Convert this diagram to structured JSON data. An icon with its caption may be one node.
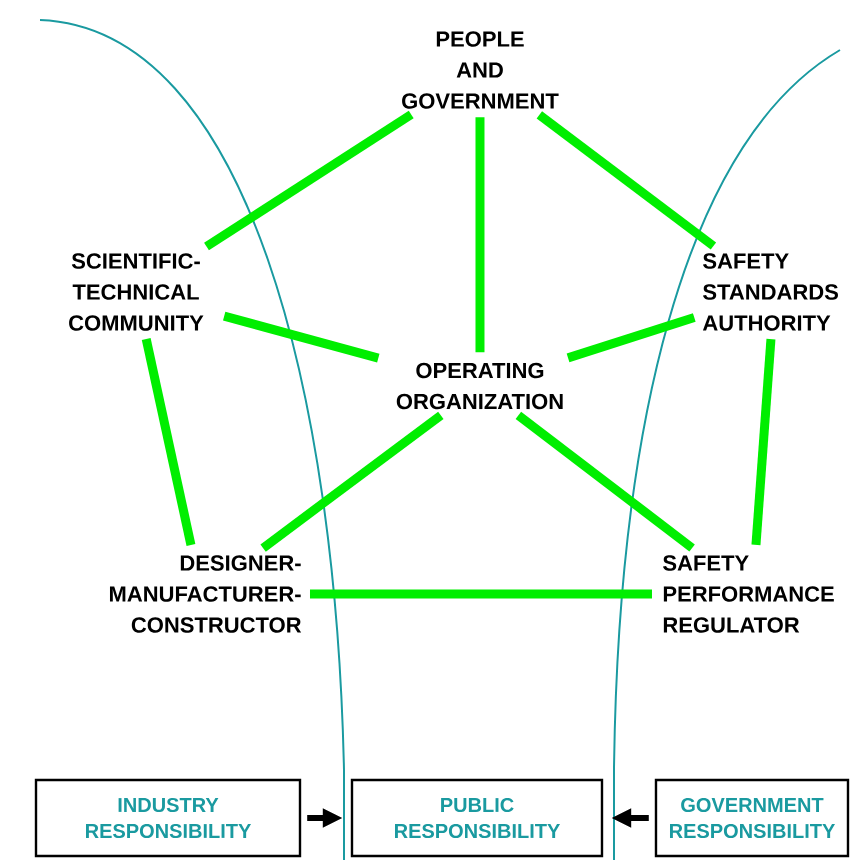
{
  "diagram": {
    "nodes": [
      {
        "text": [
          "PEOPLE AND GOVERNMENT"
        ]
      },
      {
        "text": [
          "SCIENTIFIC-TECHNICAL COMMUNITY"
        ]
      },
      {
        "text": [
          "SAFETY STANDARDS AUTHORITY"
        ]
      },
      {
        "text": [
          "OPERATING ORGANIZATION"
        ]
      },
      {
        "text": [
          "DESIGNER-MANUFACTURER-CONSTRUCTOR"
        ]
      },
      {
        "text": [
          "SAFETY PERFORMANCE REGULATOR"
        ]
      },
      {
        "text": [
          "INDUSTRY RESPONSIBILITY"
        ]
      },
      {
        "text": [
          "PUBLIC RESPONSIBILITY"
        ]
      },
      {
        "text": [
          "GOVERNMENT RESPONSIBILITY"
        ]
      }
    ],
    "edges": [
      {
        "from": 0,
        "to": 1,
        "arrow": "none"
      },
      {
        "from": 0,
        "to": 3,
        "arrow": "none"
      },
      {
        "from": 0,
        "to": 2,
        "arrow": "none"
      },
      {
        "from": 1,
        "to": 3,
        "arrow": "none"
      },
      {
        "from": 2,
        "to": 3,
        "arrow": "none"
      },
      {
        "from": 1,
        "to": 4,
        "arrow": "none"
      },
      {
        "from": 3,
        "to": 4,
        "arrow": "none"
      },
      {
        "from": 3,
        "to": 5,
        "arrow": "none"
      },
      {
        "from": 2,
        "to": 5,
        "arrow": "none"
      },
      {
        "from": 4,
        "to": 5,
        "arrow": "none"
      },
      {
        "from": 6,
        "to": 7,
        "arrow": "to",
        "color": "#000000"
      },
      {
        "from": 8,
        "to": 7,
        "arrow": "to",
        "color": "#000000"
      }
    ]
  }
}
